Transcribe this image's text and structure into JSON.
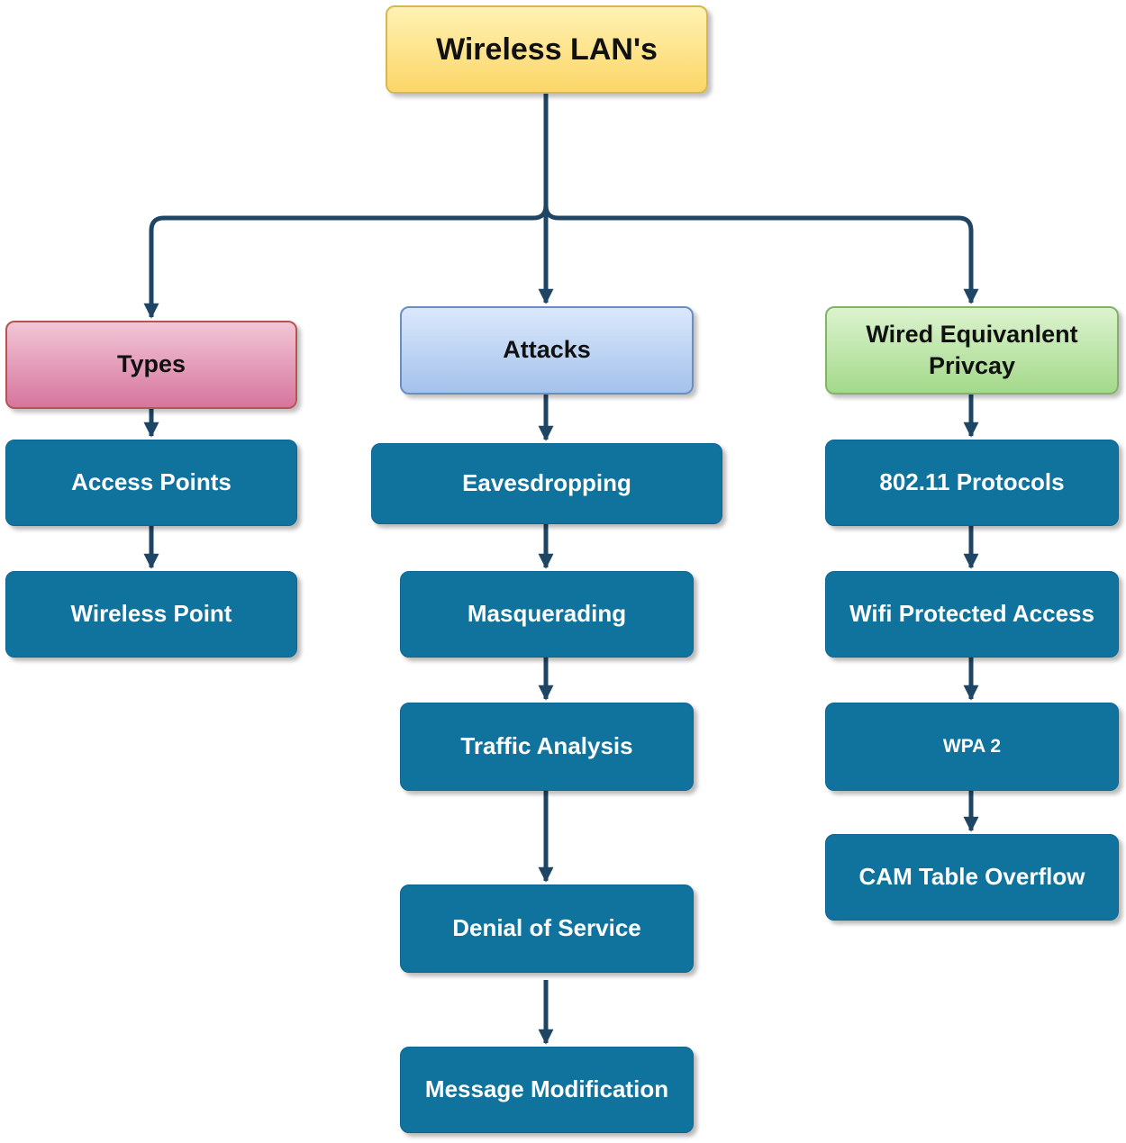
{
  "root": {
    "label": "Wireless LAN's"
  },
  "categories": [
    {
      "label": "Types",
      "items": [
        "Access Points",
        "Wireless Point"
      ]
    },
    {
      "label": "Attacks",
      "items": [
        "Eavesdropping",
        "Masquerading",
        "Traffic Analysis",
        "Denial of Service",
        "Message Modification"
      ]
    },
    {
      "label": "Wired Equivanlent Privcay",
      "items": [
        "802.11 Protocols",
        "Wifi Protected Access",
        "WPA 2",
        "CAM Table Overflow"
      ]
    }
  ],
  "colors": {
    "connector": "#1f4565",
    "leaf_fill": "#10739e",
    "root_fill": "#fcd668",
    "types_fill": "#d6759e",
    "attacks_fill": "#a4c2ec",
    "wep_fill": "#a4d98a"
  }
}
